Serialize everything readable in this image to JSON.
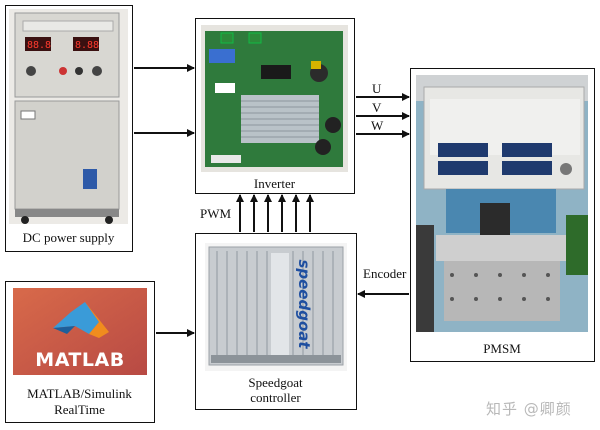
{
  "blocks": {
    "dc_supply": {
      "label": "DC power supply"
    },
    "inverter": {
      "label": "Inverter"
    },
    "pmsm": {
      "label": "PMSM"
    },
    "speedgoat": {
      "label_line1": "Speedgoat",
      "label_line2": "controller",
      "brand": "speedgoat"
    },
    "matlab": {
      "label_line1": "MATLAB/Simulink",
      "label_line2": "RealTime",
      "logo_text": "MATLAB"
    }
  },
  "signals": {
    "pwm": "PWM",
    "phase_u": "U",
    "phase_v": "V",
    "phase_w": "W",
    "encoder": "Encoder"
  },
  "watermark": "知乎 @卿颜",
  "colors": {
    "pcb": "#2f7a3c",
    "matlab_bg": "#c9584a",
    "heatsink": "#b9c2c8",
    "psu": "#d6d6d2"
  }
}
